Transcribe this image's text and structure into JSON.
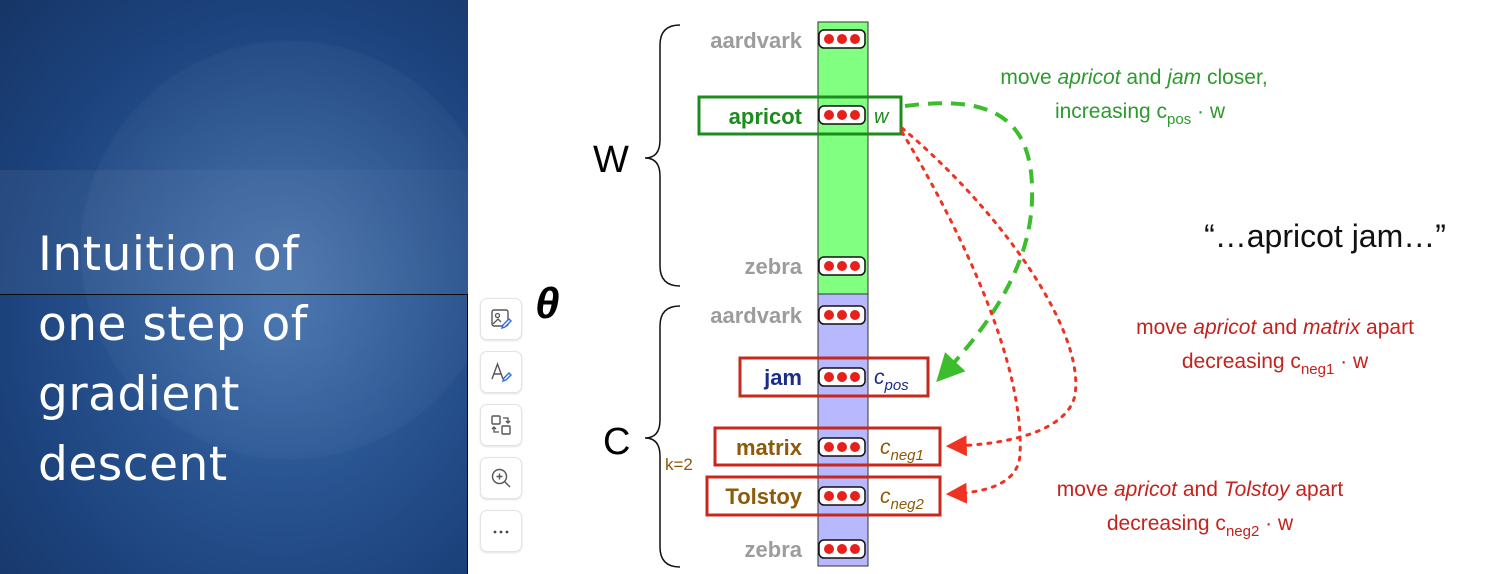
{
  "slide": {
    "title": "Intuition of\none step of\ngradient\ndescent"
  },
  "toolbar": {
    "icons": [
      "edit-image-icon",
      "edit-text-icon",
      "replace-icon",
      "zoom-in-icon",
      "more-icon"
    ],
    "more_label": "..."
  },
  "diagram": {
    "theta": "θ",
    "w_label": "W",
    "c_label": "C",
    "k_label": "k=2",
    "quote": "“…apricot jam…”",
    "words": {
      "w_aardvark": "aardvark",
      "apricot": "apricot",
      "w_zebra": "zebra",
      "c_aardvark": "aardvark",
      "jam": "jam",
      "matrix": "matrix",
      "tolstoy": "Tolstoy",
      "c_zebra": "zebra"
    },
    "vector_labels": {
      "w": "w",
      "cpos_main": "c",
      "cpos_sub": "pos",
      "cneg1_main": "c",
      "cneg1_sub": "neg1",
      "cneg2_main": "c",
      "cneg2_sub": "neg2"
    },
    "annotations": {
      "pos_line1_a": "move ",
      "pos_line1_b": "apricot",
      "pos_line1_c": " and ",
      "pos_line1_d": "jam",
      "pos_line1_e": " closer,",
      "pos_line2_a": "increasing c",
      "pos_line2_sub": "pos",
      "pos_line2_b": " · w",
      "neg1_line1_a": "move ",
      "neg1_line1_b": "apricot",
      "neg1_line1_c": " and ",
      "neg1_line1_d": "matrix",
      "neg1_line1_e": " apart",
      "neg1_line2_a": "decreasing c",
      "neg1_line2_sub": "neg1",
      "neg1_line2_b": " · w",
      "neg2_line1_a": "move ",
      "neg2_line1_b": "apricot",
      "neg2_line1_c": " and ",
      "neg2_line1_d": "Tolstoy",
      "neg2_line1_e": " apart",
      "neg2_line2_a": "decreasing c",
      "neg2_line2_sub": "neg2",
      "neg2_line2_b": " · w"
    },
    "colors": {
      "w_column": "#80ff80",
      "c_column": "#b8b8ff",
      "positive": "#2c9a2c",
      "negative": "#c4221c",
      "jam_text": "#1c2c8c",
      "neg_word_text": "#8c5a08",
      "gray_word": "#9c9c9c",
      "dot_red": "#e8201c",
      "box_green": "#1c8c1c",
      "box_red": "#c8281c"
    }
  }
}
